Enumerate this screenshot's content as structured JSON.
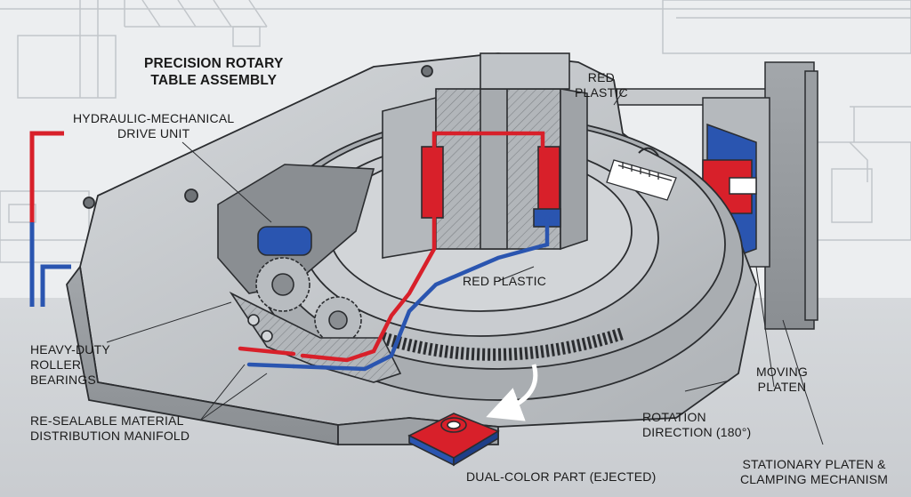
{
  "labels": {
    "title": [
      "PRECISION ROTARY",
      "TABLE ASSEMBLY"
    ],
    "drive_unit": [
      "HYDRAULIC-MECHANICAL",
      "DRIVE UNIT"
    ],
    "red_plastic_top": [
      "RED",
      "PLASTIC"
    ],
    "red_plastic_mid": "RED PLASTIC",
    "bearings": [
      "HEAVY-DUTY",
      "ROLLER",
      "BEARINGS"
    ],
    "manifold": [
      "RE-SEALABLE MATERIAL",
      "DISTRIBUTION MANIFOLD"
    ],
    "part": "DUAL-COLOR PART (EJECTED)",
    "rotation": [
      "ROTATION",
      "DIRECTION (180°)"
    ],
    "moving_platen": [
      "MOVING",
      "PLATEN"
    ],
    "stationary_platen": [
      "STATIONARY PLATEN &",
      "CLAMPING MECHANISM"
    ]
  },
  "colors": {
    "red_plastic": "#d8202a",
    "blue_plastic": "#2a55b0",
    "steel": "#b8bcc0",
    "steel_dark": "#8e9296",
    "outline": "#2b2d30"
  }
}
